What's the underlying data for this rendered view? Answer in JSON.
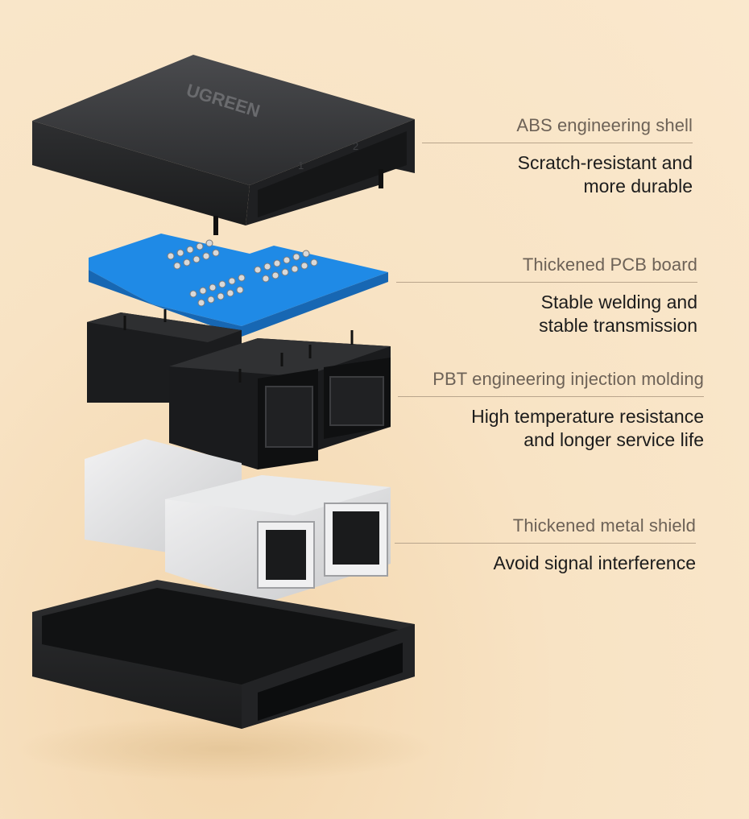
{
  "product": {
    "brand_logo": "UGREEN",
    "port_labels": [
      "1",
      "2"
    ],
    "colors": {
      "background": "#f8e3c4",
      "shell": "#2a2b2d",
      "pcb": "#1f8ae6",
      "metal_shield": "#d9dadc",
      "jack": "#1d1d1f"
    }
  },
  "callouts": [
    {
      "heading": "ABS engineering shell",
      "lines": [
        "Scratch-resistant and",
        "more durable"
      ]
    },
    {
      "heading": "Thickened PCB board",
      "lines": [
        "Stable welding and",
        "stable transmission"
      ]
    },
    {
      "heading": "PBT engineering injection molding",
      "lines": [
        "High temperature resistance",
        "and longer service life"
      ]
    },
    {
      "heading": "Thickened metal shield",
      "lines": [
        "Avoid signal interference"
      ]
    }
  ]
}
